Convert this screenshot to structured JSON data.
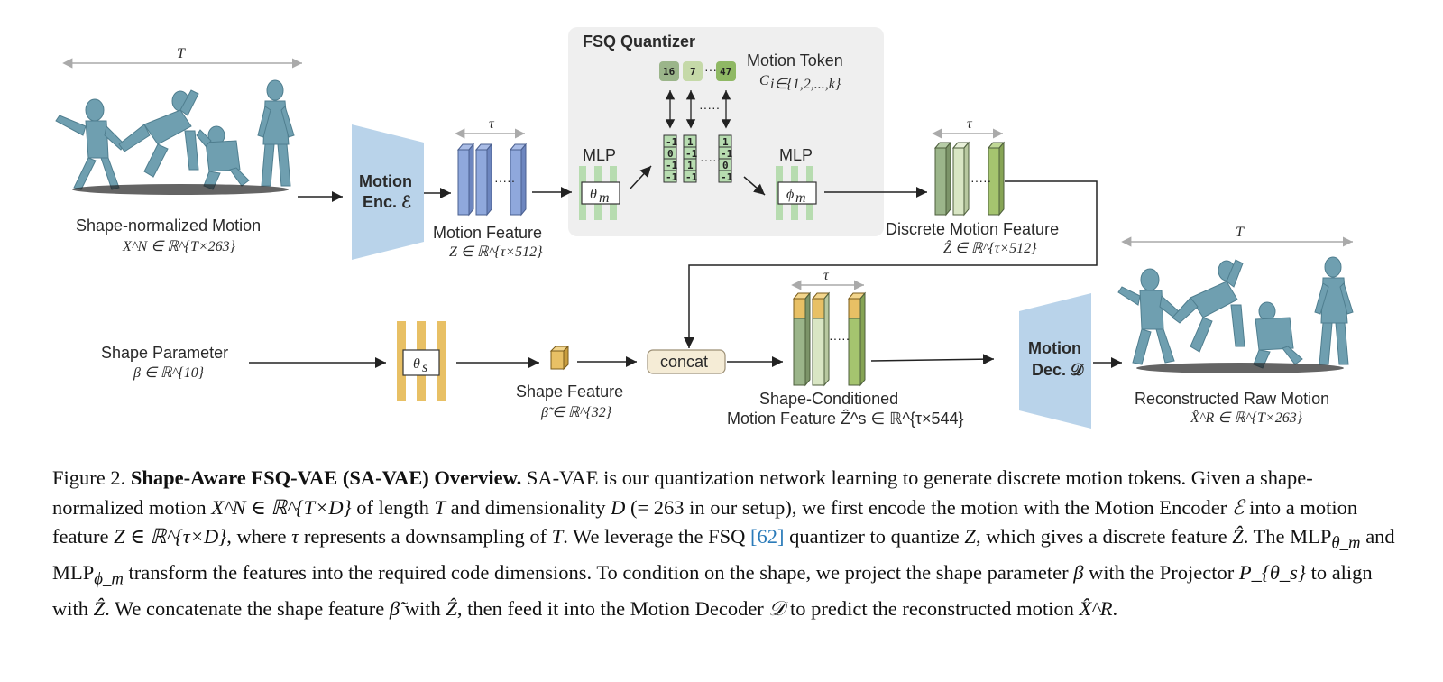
{
  "figure": {
    "fsq": {
      "title": "FSQ Quantizer",
      "motion_token_label": "Motion Token",
      "motion_token_math": "C",
      "motion_token_sub": "i∈{1,2,...,k}",
      "tokens": [
        "16",
        "7",
        "47"
      ],
      "token_colors": [
        "#9bb58a",
        "#c5d9a8",
        "#8fb864"
      ],
      "code_col_a": [
        "-1",
        "0",
        "-1",
        "-1"
      ],
      "code_col_b": [
        "1",
        "-1",
        "1",
        "-1"
      ],
      "code_col_c": [
        "1",
        "-1",
        "0",
        "-1"
      ],
      "mlp_left": "MLP",
      "mlp_right": "MLP",
      "theta_m": "θ",
      "theta_m_sub": "m",
      "phi_m": "ϕ",
      "phi_m_sub": "m"
    },
    "labels": {
      "T_top": "T",
      "tau_1": "τ",
      "tau_2": "τ",
      "tau_3": "τ",
      "T_right": "T",
      "shape_norm_motion": "Shape-normalized Motion",
      "shape_norm_math": "X^N ∈ ℝ^{T×263}",
      "motion_enc_1": "Motion",
      "motion_enc_2": "Enc. ℰ",
      "motion_feature": "Motion Feature",
      "motion_feature_math": "Z ∈ ℝ^{τ×512}",
      "discrete_feature": "Discrete Motion Feature",
      "discrete_feature_math": "Ẑ ∈ ℝ^{τ×512}",
      "shape_param": "Shape Parameter",
      "shape_param_math": "β ∈ ℝ^{10}",
      "theta_s": "θ",
      "theta_s_sub": "s",
      "shape_feature": "Shape Feature",
      "shape_feature_math": "β̃ ∈ ℝ^{32}",
      "concat": "concat",
      "shape_cond_1": "Shape-Conditioned",
      "shape_cond_2": "Motion Feature Ẑ^s ∈ ℝ^{τ×544}",
      "motion_dec_1": "Motion",
      "motion_dec_2": "Dec. 𝒟",
      "recon": "Reconstructed Raw Motion",
      "recon_math": "X̂^R ∈ ℝ^{T×263}"
    },
    "colors": {
      "encoder_blue": "#b9d3ea",
      "feature_blue": "#8fa8dc",
      "mlp_green": "#b7dcb0",
      "fsq_panel": "#efefef",
      "shape_yellow": "#e8c065",
      "human_teal": "#6f9fb0"
    }
  },
  "caption": {
    "prefix": "Figure 2. ",
    "title": "Shape-Aware FSQ-VAE (SA-VAE) Overview.",
    "s1": " SA-VAE is our quantization network learning to generate discrete motion tokens. Given a shape-normalized motion ",
    "m1": "X^N ∈ ℝ^{T×D}",
    "s2": " of length ",
    "m2": "T",
    "s3": " and dimensionality ",
    "m3": "D",
    "s4": " (= 263 in our setup), we first encode the motion with the Motion Encoder ",
    "m4": "ℰ",
    "s5": " into a motion feature ",
    "m5": "Z ∈ ℝ^{τ×D}",
    "s6": ", where ",
    "m6": "τ",
    "s7": " represents a downsampling of ",
    "m7": "T",
    "s8": ". We leverage the FSQ ",
    "ref": "[62]",
    "s9": " quantizer to quantize ",
    "m8": "Z",
    "s10": ", which gives a discrete feature ",
    "m9": "Ẑ",
    "s11": ". The MLP",
    "m10": "θ_m",
    "s12": " and MLP",
    "m11": "ϕ_m",
    "s13": " transform the features into the required code dimensions. To condition on the shape, we project the shape parameter ",
    "m12": "β",
    "s14": " with the Projector ",
    "m13": "P_{θ_s}",
    "s15": " to align with ",
    "m14": "Ẑ",
    "s16": ". We concatenate the shape feature ",
    "m15": "β̃",
    "s17": " with ",
    "m16": "Ẑ",
    "s18": ", then feed it into the Motion Decoder ",
    "m17": "𝒟",
    "s19": " to predict the reconstructed motion ",
    "m18": "X̂^R",
    "s20": "."
  }
}
